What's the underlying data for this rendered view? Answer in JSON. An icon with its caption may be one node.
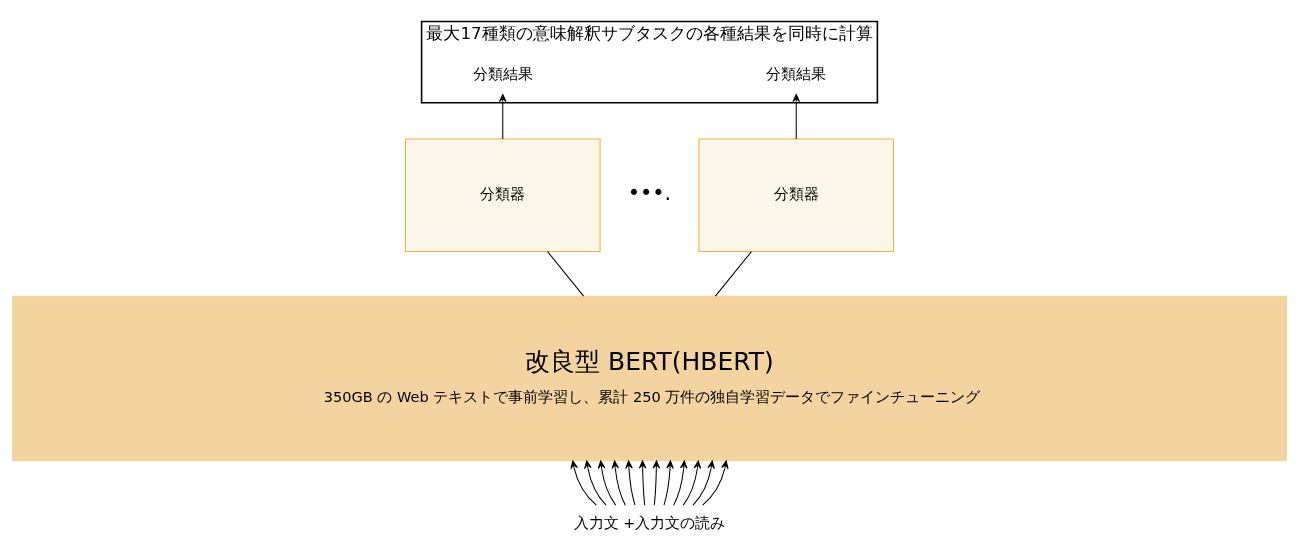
{
  "diagram": {
    "nodes": [
      {
        "text": [
          "最大17種類の意味解釈サブタスクの各種結果を同時に計算"
        ]
      },
      {
        "text": [
          "分類結果"
        ],
        "in": 0
      },
      {
        "text": [
          "分類結果"
        ],
        "in": 0
      },
      {
        "text": [
          "分類器"
        ]
      },
      {
        "text": [
          "分類器"
        ]
      },
      {
        "text": [
          "改良型 BERT(HBERT)",
          "350GB の Web テキストで事前学習し、累計 250 万件の独自学習データでファインチューニング"
        ]
      },
      {
        "text": [
          "入力文 +入力文の読み"
        ]
      }
    ],
    "edges": [
      {
        "from": 3,
        "to": 1,
        "arrow": "to"
      },
      {
        "from": 4,
        "to": 2,
        "arrow": "to"
      },
      {
        "from": 5,
        "to": 3,
        "arrow": "none"
      },
      {
        "from": 5,
        "to": 4,
        "arrow": "none"
      },
      {
        "from": 6,
        "to": 5,
        "arrow": "to"
      },
      {
        "from": 6,
        "to": 5,
        "arrow": "to"
      },
      {
        "from": 6,
        "to": 5,
        "arrow": "to"
      },
      {
        "from": 6,
        "to": 5,
        "arrow": "to"
      },
      {
        "from": 6,
        "to": 5,
        "arrow": "to"
      },
      {
        "from": 6,
        "to": 5,
        "arrow": "to"
      },
      {
        "from": 6,
        "to": 5,
        "arrow": "to"
      },
      {
        "from": 6,
        "to": 5,
        "arrow": "to"
      },
      {
        "from": 6,
        "to": 5,
        "arrow": "to"
      },
      {
        "from": 6,
        "to": 5,
        "arrow": "to"
      },
      {
        "from": 6,
        "to": 5,
        "arrow": "to"
      },
      {
        "from": 6,
        "to": 5,
        "arrow": "to"
      }
    ],
    "labels": [
      "•••."
    ]
  }
}
